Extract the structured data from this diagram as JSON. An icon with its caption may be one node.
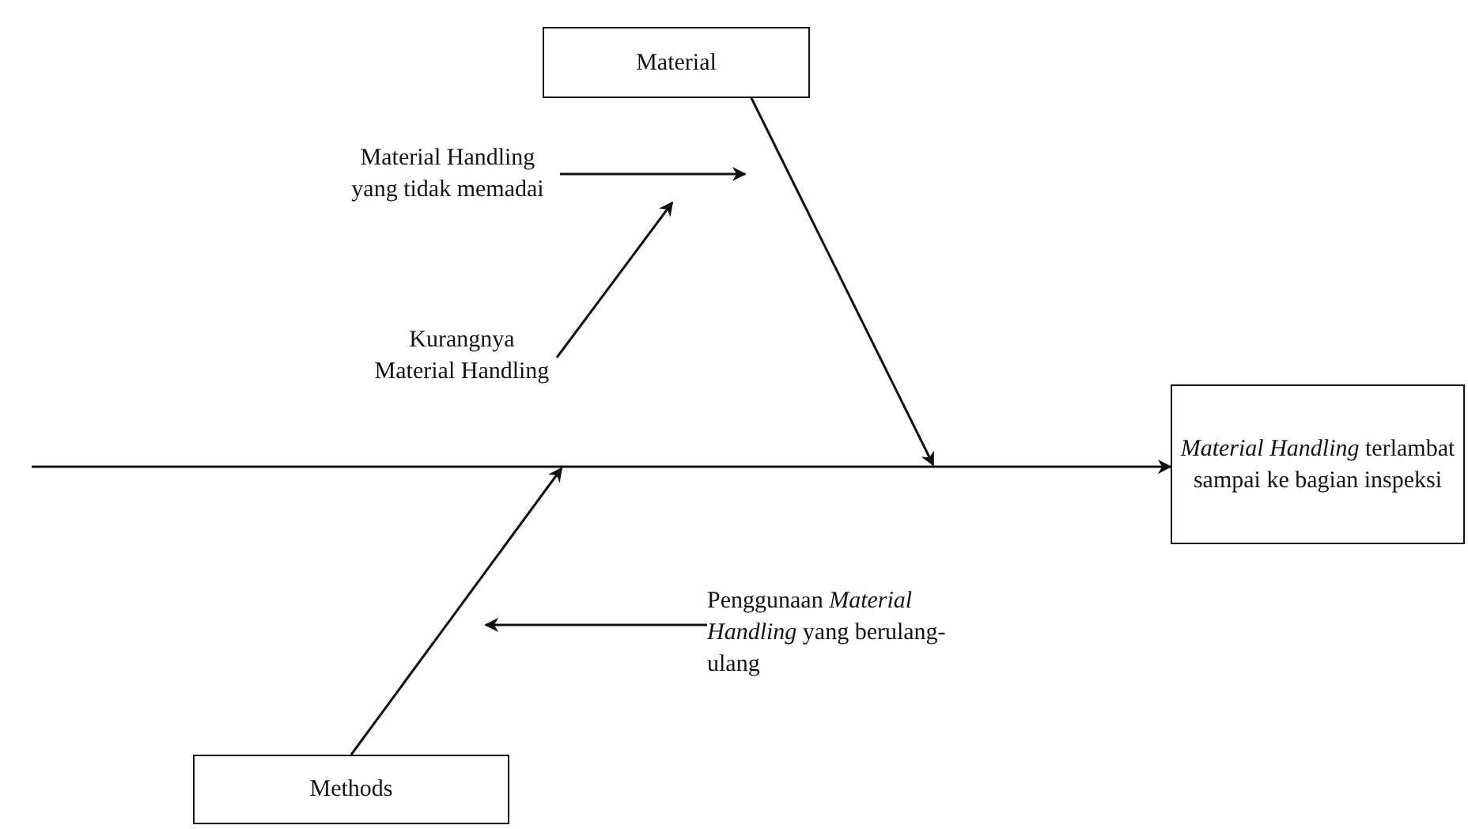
{
  "diagram": {
    "nodes": [
      {
        "text": [
          "Material"
        ]
      },
      {
        "text": [
          "Material Handling yang tidak memadai"
        ]
      },
      {
        "text": [
          "Kurangnya Material Handling"
        ]
      },
      {
        "text": [
          "*Material Handling* terlambat sampai ke bagian inspeksi"
        ]
      },
      {
        "text": [
          "Penggunaan *Material Handling* yang berulang-ulang"
        ]
      },
      {
        "text": [
          "Methods"
        ]
      }
    ],
    "edges": [
      {
        "from": null,
        "to": 3,
        "arrow": "to"
      },
      {
        "from": 0,
        "to": null,
        "arrow": "to"
      },
      {
        "from": 5,
        "to": null,
        "arrow": "to"
      },
      {
        "from": 1,
        "to": null,
        "arrow": "to"
      },
      {
        "from": 2,
        "to": null,
        "arrow": "to"
      },
      {
        "from": 4,
        "to": null,
        "arrow": "to"
      }
    ]
  }
}
